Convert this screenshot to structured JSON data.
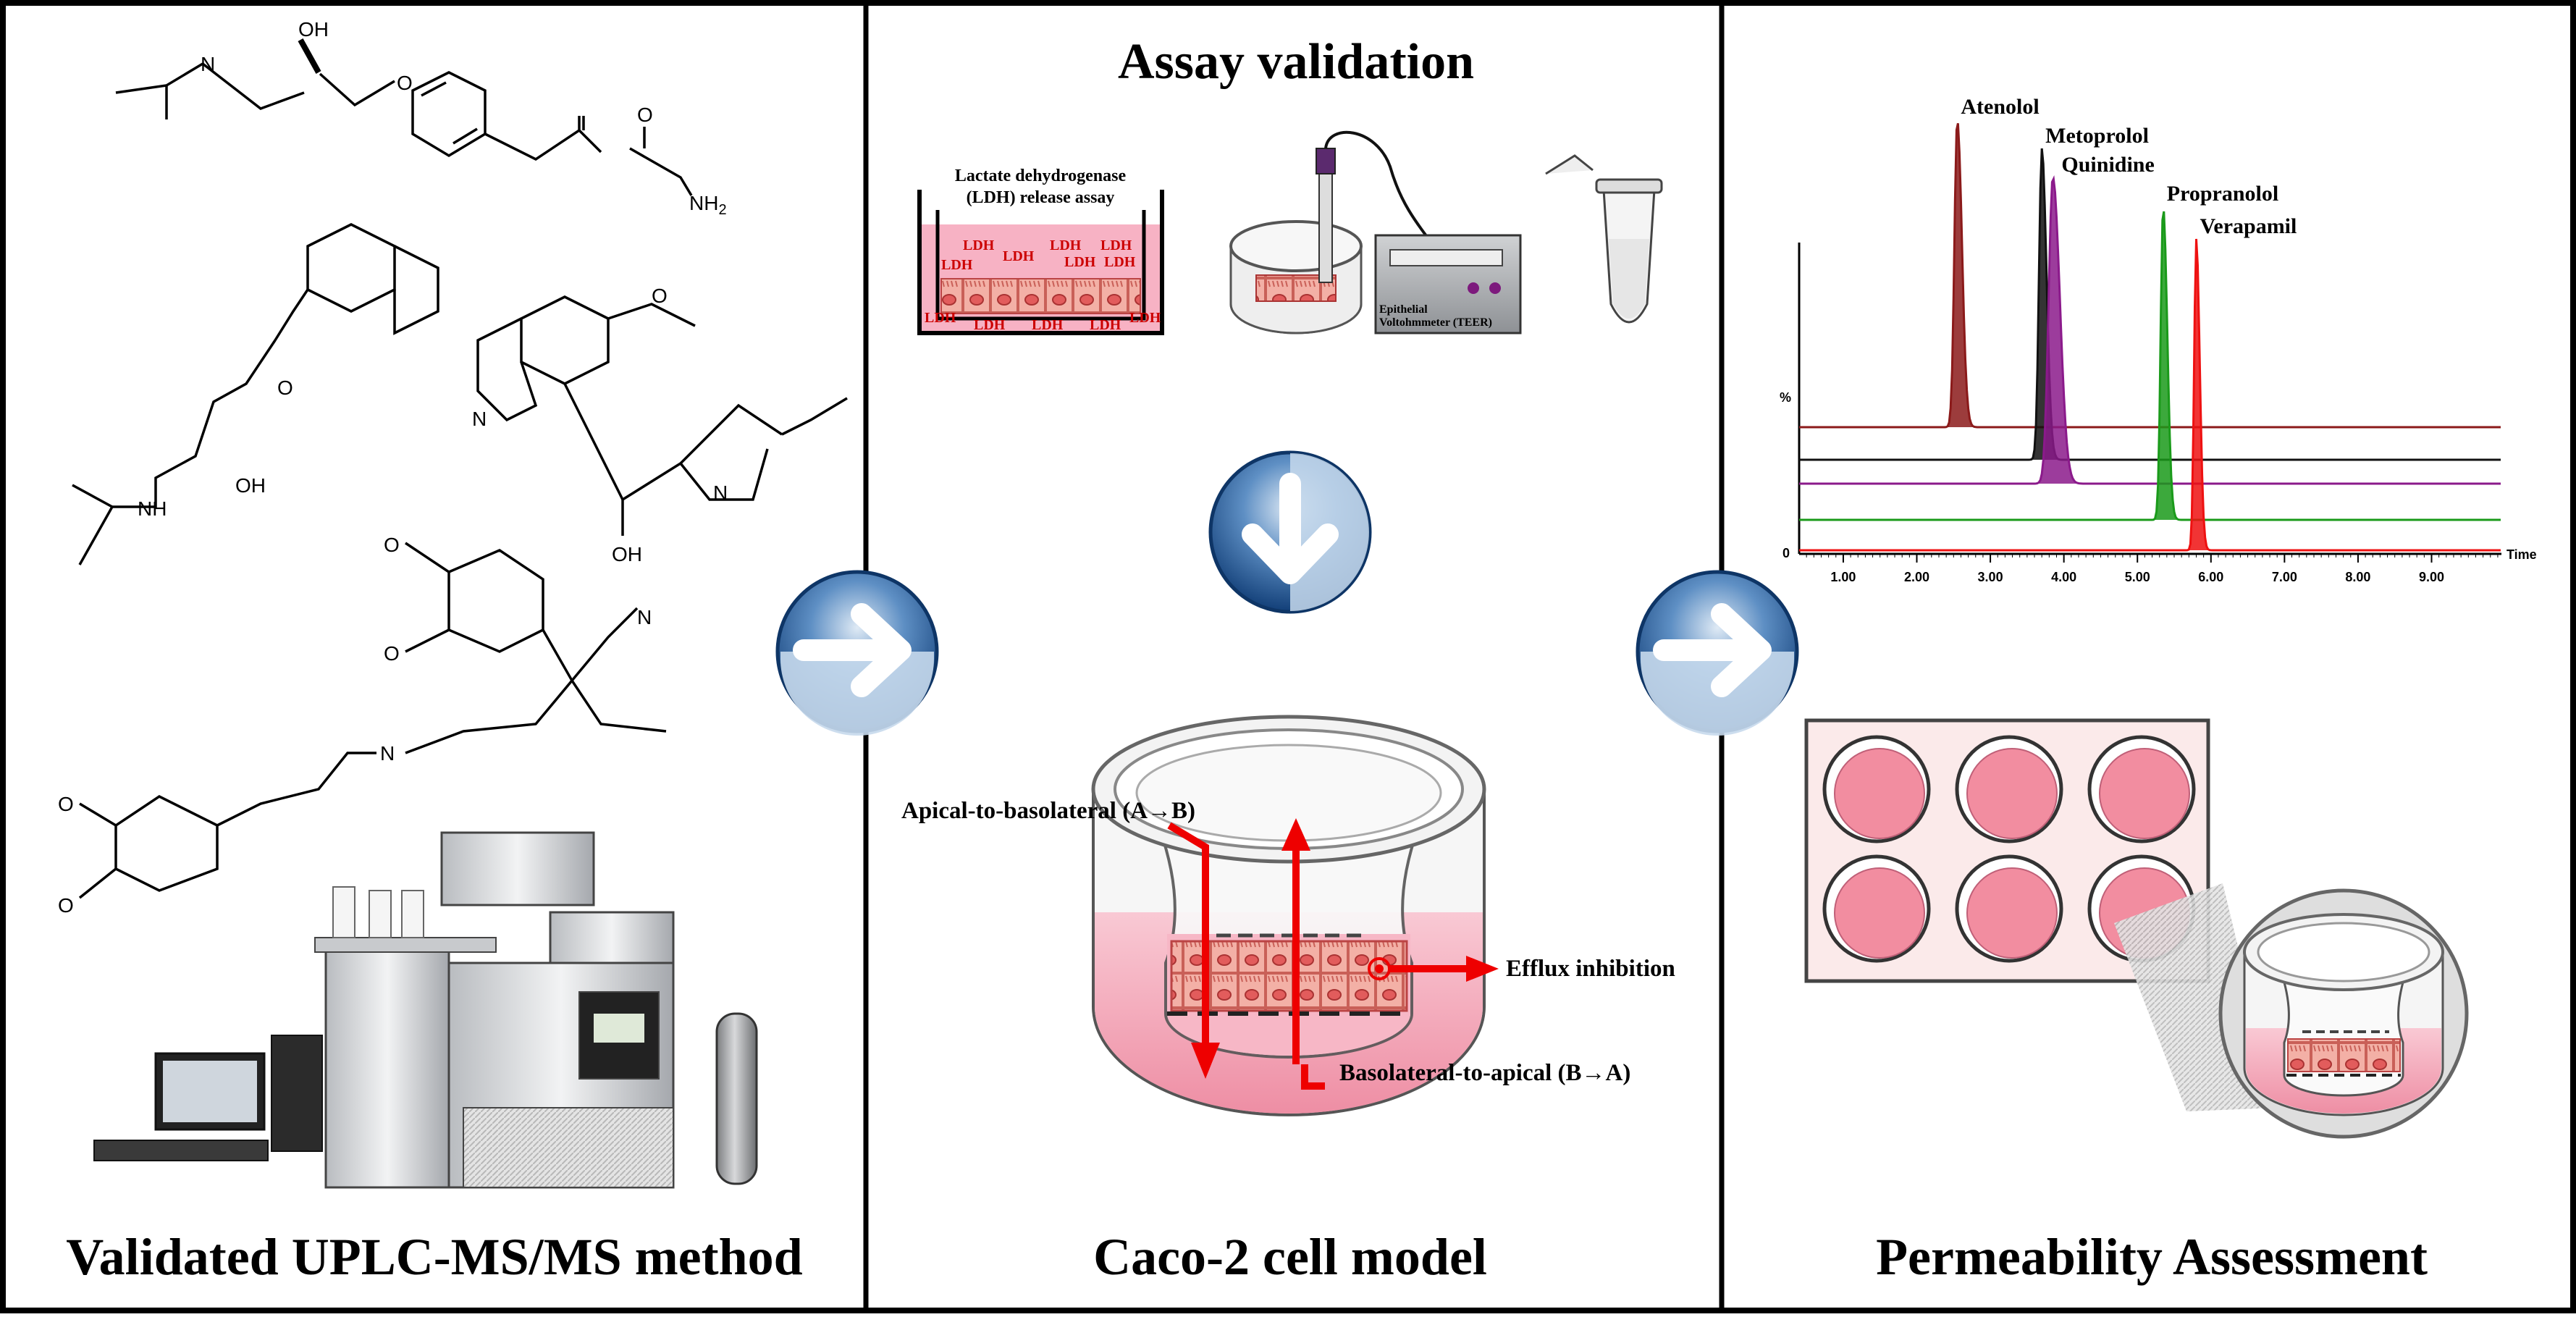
{
  "panels": {
    "left": {
      "title": "Validated UPLC-MS/MS method"
    },
    "center": {
      "title": "Caco-2 cell model",
      "header": "Assay validation"
    },
    "right": {
      "title": "Permeability Assessment"
    }
  },
  "chemistry": {
    "atoms": {
      "oh": "OH",
      "o": "O",
      "nh2": "NH",
      "nh2_sub": "2",
      "n": "N",
      "h": "H"
    }
  },
  "assay": {
    "ldh_title_line1": "Lactate dehydrogenase",
    "ldh_title_line2": "(LDH) release assay",
    "ldh_tag": "LDH",
    "teer_line1": "Epithelial",
    "teer_line2": "Voltohmmeter (TEER)"
  },
  "transwell": {
    "apical_to_basolateral": "Apical-to-basolateral (A→B)",
    "basolateral_to_apical": "Basolateral-to-apical (B→A)",
    "efflux_inhibition": "Efflux inhibition"
  },
  "chromatogram": {
    "y_percent": "%",
    "y_zero": "0",
    "x_label": "Time",
    "x_ticks": [
      "1.00",
      "2.00",
      "3.00",
      "4.00",
      "5.00",
      "6.00",
      "7.00",
      "8.00",
      "9.00"
    ],
    "peaks": [
      {
        "name": "Atenolol",
        "rt": 2.55,
        "color": "#8b1a1a"
      },
      {
        "name": "Metoprolol",
        "rt": 3.7,
        "color": "#111111"
      },
      {
        "name": "Quinidine",
        "rt": 3.85,
        "color": "#8b1a8b"
      },
      {
        "name": "Propranolol",
        "rt": 5.35,
        "color": "#1a9a1a"
      },
      {
        "name": "Verapamil",
        "rt": 5.8,
        "color": "#ee1111"
      }
    ]
  },
  "colors": {
    "accent_red": "#ee0000",
    "medium_pink": "#f4a6b8",
    "well_pink": "#f28da0",
    "arrow_blue": "#1f5f9e"
  }
}
